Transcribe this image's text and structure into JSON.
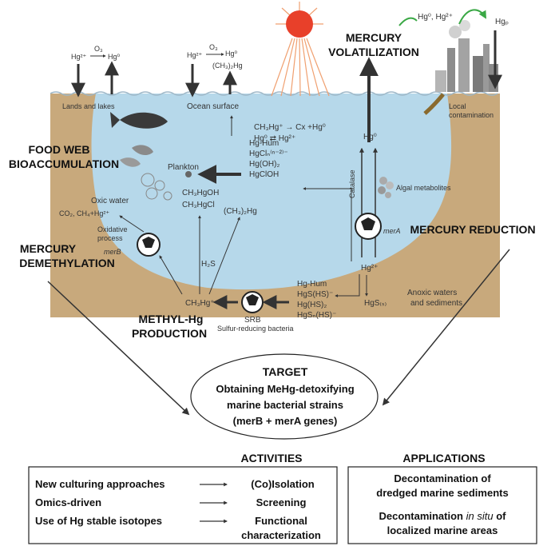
{
  "top": {
    "lands_label": "Lands and lakes",
    "ocean_surface_label": "Ocean surface",
    "land_hg2": "Hg²⁺",
    "land_o3": "O₃",
    "land_hg0": "Hg⁰",
    "ocean_hg2": "Hg²⁺",
    "ocean_o3": "O₃",
    "ocean_hg0": "Hg⁰",
    "ocean_dmhg": "(CH₃)₂Hg",
    "smoke_hg": "Hg⁰, Hg²⁺",
    "hgp": "Hgₚ",
    "local_contamination": [
      "Local",
      "contamination"
    ]
  },
  "processes": {
    "volatilization": [
      "MERCURY",
      "VOLATILIZATION"
    ],
    "food_web": [
      "FOOD WEB",
      "BIOACCUMULATION"
    ],
    "reduction": "MERCURY REDUCTION",
    "demethylation": [
      "MERCURY",
      "DEMETHYLATION"
    ],
    "methylation": [
      "METHYL-Hg",
      "PRODUCTION"
    ]
  },
  "species": {
    "photo_line1": "CH₃Hg⁺ → Cx +Hg⁰",
    "photo_line2": "Hg⁰ ⇄ Hg²⁺",
    "complexes": [
      "Hg-Hum",
      "HgClₙ⁽ⁿ⁻²⁾⁻",
      "Hg(OH)₂",
      "HgClOH"
    ],
    "plankton": "Plankton",
    "mehg": [
      "CH₃HgOH",
      "CH₃HgCl"
    ],
    "dmhg_mid": "(CH₃)₂Hg",
    "oxic_water": "Oxic water",
    "co2": "CO₂, CH₄+Hg²⁺",
    "oxidative": [
      "Oxidative",
      "process"
    ],
    "merB": "merB",
    "h2s": "H₂S",
    "ch3hg_bottom": "CH₃Hg⁺",
    "srb": "SRB",
    "srb_full": "Sulfur-reducing bacteria",
    "sulfides": [
      "Hg-Hum",
      "HgS(HS)⁻",
      "Hg(HS)₂",
      "HgSₙ(HS)⁻"
    ],
    "hgs": "HgS₍ₛ₎",
    "anoxic": [
      "Anoxic waters",
      "and sediments"
    ],
    "hg0_right": "Hg⁰",
    "catalase": "Catalase",
    "algal": "Algal metabolites",
    "merA": "merA",
    "hg2_right": "Hg²⁺"
  },
  "target": {
    "title": "TARGET",
    "lines": [
      "Obtaining MeHg-detoxifying",
      "marine bacterial strains",
      "(merB + merA genes)"
    ]
  },
  "activities": {
    "title": "ACTIVITIES",
    "rows": [
      {
        "left": "New culturing approaches",
        "right": "(Co)Isolation"
      },
      {
        "left": "Omics-driven",
        "right": "Screening"
      },
      {
        "left": "Use of Hg stable isotopes",
        "right": "Functional"
      }
    ],
    "right_cont": "characterization"
  },
  "applications": {
    "title": "APPLICATIONS",
    "item1": [
      "Decontamination of",
      "dredged marine sediments"
    ],
    "item2_pre": "Decontamination ",
    "item2_em": "in situ",
    "item2_post": " of",
    "item2_line2": "localized marine areas"
  },
  "colors": {
    "sediment": "#c8a97c",
    "water": "#b6d8ea",
    "sun": "#e8402a",
    "arrow": "#444444",
    "smoke": "#3aa845"
  }
}
